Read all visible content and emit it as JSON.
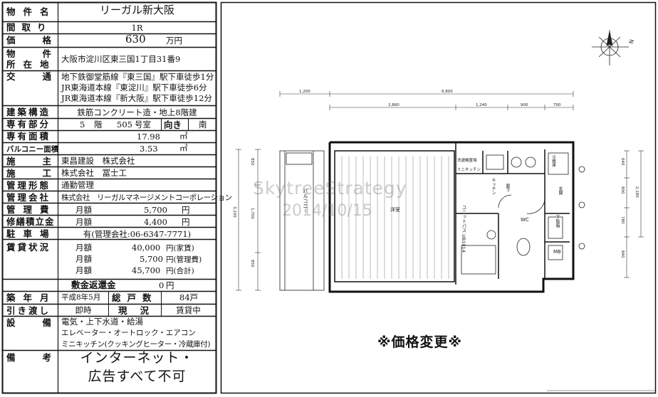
{
  "table": {
    "name_label": "物件名",
    "name_value": "リーガル新大阪",
    "layout_label": "間取り",
    "layout_value": "1R",
    "price_label": "価格",
    "price_value": "630",
    "price_unit": "万円",
    "address_label1": "物件",
    "address_label2": "所在地",
    "address_value": "大阪市淀川区東三国1丁目31番9",
    "access_label": "交通",
    "access_lines": [
      "地下鉄御堂筋線『東三国』駅下車徒歩1分",
      "JR東海道本線『東淀川』駅下車徒歩6分",
      "JR東海道本線『新大阪』駅下車徒歩12分"
    ],
    "structure_label": "建築構造",
    "structure_value": "鉄筋コンクリート造・地上8階建",
    "unit_label": "専有部分",
    "unit_floor": "5",
    "unit_floor_suffix": "階",
    "unit_room": "505",
    "unit_room_suffix": "号室",
    "direction_label": "向き",
    "direction_value": "南",
    "area_label": "専有面積",
    "area_value": "17.98",
    "area_unit": "㎡",
    "balcony_label": "バルコニー面積",
    "balcony_value": "3.53",
    "balcony_unit": "㎡",
    "owner_label": "施主",
    "owner_value": "東昌建設　株式会社",
    "builder_label": "施工",
    "builder_value": "株式会社　冨士工",
    "mgmt_form_label": "管理形態",
    "mgmt_form_value": "通勤管理",
    "mgmt_co_label": "管理会社",
    "mgmt_co_value": "株式会社　リーガルマネージメントコーポレーション",
    "mgmt_fee_label": "管理費",
    "mgmt_fee_prefix": "月額",
    "mgmt_fee_value": "5,700",
    "mgmt_fee_unit": "円",
    "repair_label": "修繕積立金",
    "repair_prefix": "月額",
    "repair_value": "4,400",
    "repair_unit": "円",
    "parking_label": "駐車場",
    "parking_value": "有(管理会社:06-6347-7771)",
    "rental_label": "賃貸状況",
    "rental_rows": [
      {
        "prefix": "月額",
        "value": "40,000",
        "note": "円(家賃)"
      },
      {
        "prefix": "月額",
        "value": "5,700",
        "note": "円(管理費)"
      },
      {
        "prefix": "月額",
        "value": "45,700",
        "note": "円(合計)"
      }
    ],
    "deposit_label": "敷金返還金",
    "deposit_value": "0",
    "deposit_unit": "円",
    "built_label": "築年月",
    "built_value": "平成8年5月",
    "units_label": "総戸数",
    "units_value": "84戸",
    "handover_label": "引き渡し",
    "handover_value": "即時",
    "status_label": "現況",
    "status_value": "賃貸中",
    "equipment_label": "設備",
    "equipment_lines": [
      "電気・上下水道・給湯",
      "エレベーター・オートロック・エアコン",
      "ミニキッチン(クッキングヒーター・冷蔵庫付)"
    ],
    "remarks_label": "備考",
    "remarks_lines": [
      "インターネット・",
      "広告すべて不可"
    ]
  },
  "plan": {
    "watermark_1": "SkytreeStrategy",
    "watermark_2": "2014/10/15",
    "price_change_notice": "※価格変更※",
    "compass_label": "N",
    "dims_top_outer": [
      "1,200",
      "6,800"
    ],
    "dims_top_inner": [
      "2,860",
      "1,240",
      "900",
      "700"
    ],
    "dims_left": [
      "850",
      "1,700",
      "850"
    ],
    "dims_left_total": "3,100",
    "dims_right": [
      "640",
      "800",
      "780",
      "840"
    ],
    "dims_right_total": "2,180",
    "room_labels": {
      "balcony": "バルコニー",
      "washer": "洗濯機置場",
      "kitchen_unit": "ミニキッチン",
      "kitchen": "キッチン",
      "corridor": "廊下",
      "bath": "ユニットバス UB1014",
      "wc": "WC",
      "shoe": "下駄箱",
      "mb": "MB",
      "entrance": "玄関",
      "fridge": "冷蔵庫"
    },
    "main_room_label": "洋室"
  }
}
